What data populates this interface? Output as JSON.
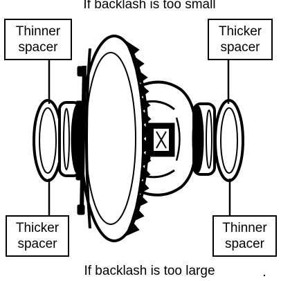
{
  "captions": {
    "top": "If backlash is too small",
    "bottom": "If backlash is too large"
  },
  "labels": {
    "top_left": "Thinner\nspacer",
    "top_right": "Thicker\nspacer",
    "bottom_left": "Thicker\nspacer",
    "bottom_right": "Thinner\nspacer"
  },
  "colors": {
    "ink": "#000000",
    "paper": "#ffffff"
  }
}
